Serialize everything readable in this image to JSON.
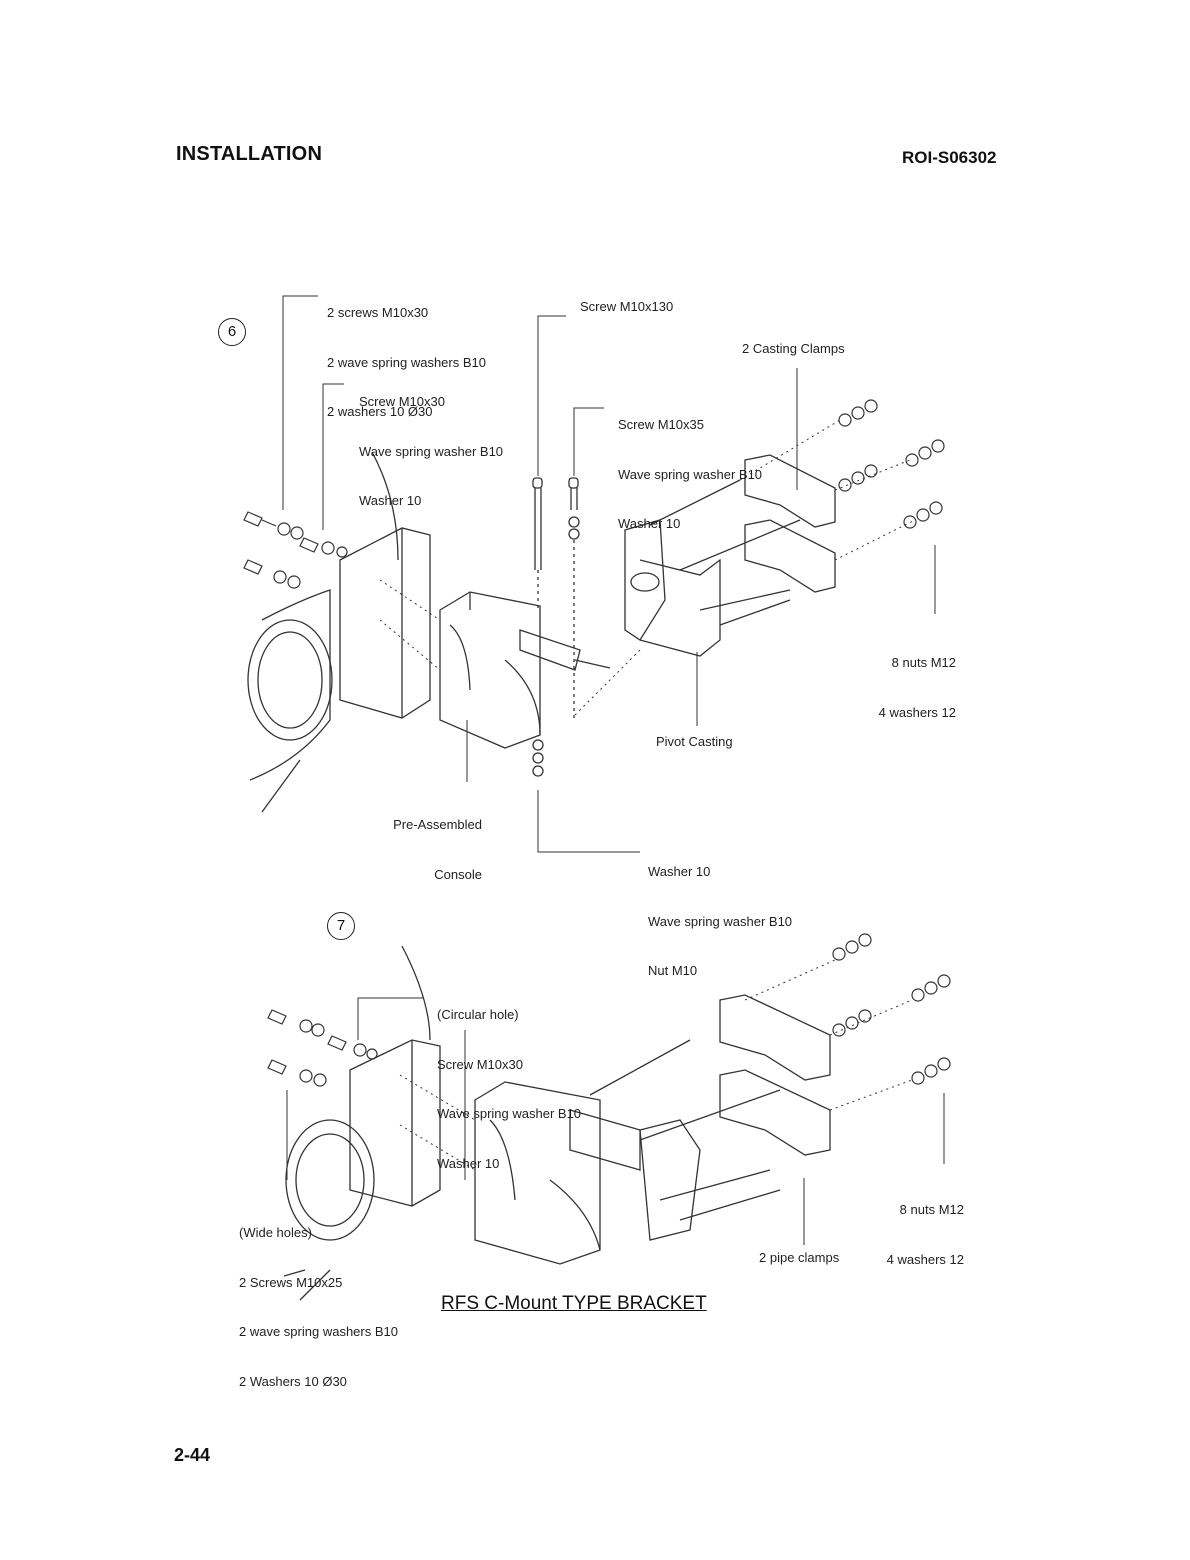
{
  "header": {
    "section": "INSTALLATION",
    "doc_code": "ROI-S06302"
  },
  "page_number": "2-44",
  "figure6": {
    "step": "6",
    "callouts": {
      "screws_set": [
        "2 screws M10x30",
        "2 wave spring washers B10",
        "2 washers 10 Ø30"
      ],
      "screw_set": [
        "Screw M10x30",
        "Wave spring washer B10",
        "Washer 10"
      ],
      "long_screw": "Screw M10x130",
      "short_screw_set": [
        "Screw M10x35",
        "Wave spring washer B10",
        "Washer 10"
      ],
      "casting_clamps": "2 Casting Clamps",
      "nuts": [
        "8 nuts M12",
        "4 washers 12"
      ],
      "pivot": "Pivot Casting",
      "console": [
        "Pre-Assembled",
        "Console"
      ],
      "bottom_set": [
        "Washer 10",
        "Wave spring washer B10",
        "Nut M10"
      ]
    }
  },
  "figure7": {
    "step": "7",
    "callouts": {
      "circular_set": [
        "(Circular hole)",
        "Screw M10x30",
        "Wave spring washer B10",
        "Washer 10"
      ],
      "nuts": [
        "8 nuts M12",
        "4 washers 12"
      ],
      "wide_set": [
        "(Wide holes)",
        "2 Screws M10x25",
        "2 wave spring washers B10",
        "2 Washers 10 Ø30"
      ],
      "pipe_clamps": "2 pipe clamps"
    }
  },
  "caption": "RFS C-Mount TYPE BRACKET"
}
